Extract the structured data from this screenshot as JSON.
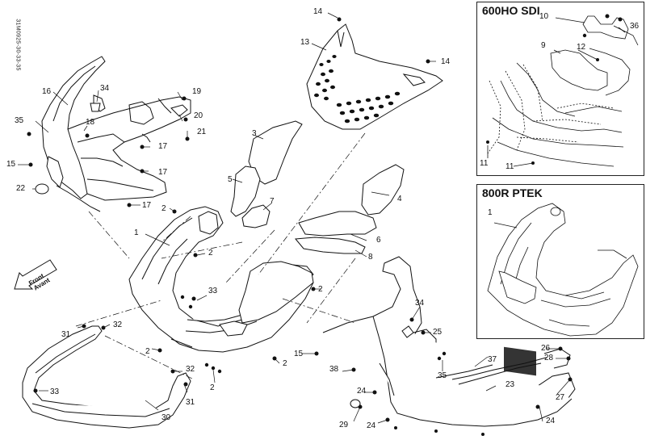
{
  "drawing_code": "31M0925-30-33-35",
  "insets": [
    {
      "title": "600HO SDI"
    },
    {
      "title": "800R PTEK"
    }
  ],
  "front_arrow": {
    "line1": "Front",
    "line2": "Avant"
  },
  "callouts": {
    "c14a": "14",
    "c13": "13",
    "c14b": "14",
    "c16": "16",
    "c34a": "34",
    "c19": "19",
    "c20": "20",
    "c35a": "35",
    "c18": "18",
    "c21": "21",
    "c17a": "17",
    "c15a": "15",
    "c17b": "17",
    "c22": "22",
    "c17c": "17",
    "c3": "3",
    "c5": "5",
    "c7": "7",
    "c4": "4",
    "c6": "6",
    "c8": "8",
    "c2a": "2",
    "c1": "1",
    "c2b": "2",
    "c33a": "33",
    "c2c": "2",
    "c31a": "31",
    "c32a": "32",
    "c2d": "2",
    "c2e": "2",
    "c15b": "15",
    "c34b": "34",
    "c25": "25",
    "c33b": "33",
    "c32b": "32",
    "c2f": "2",
    "c31b": "31",
    "c30": "30",
    "c38": "38",
    "c35b": "35",
    "c37": "37",
    "c26": "26",
    "c28": "28",
    "c27": "27",
    "c23": "23",
    "c24a": "24",
    "c29": "29",
    "c24b": "24",
    "c24c": "24",
    "i10": "10",
    "i36": "36",
    "i9": "9",
    "i12": "12",
    "i11a": "11",
    "i11b": "11",
    "i1": "1"
  }
}
